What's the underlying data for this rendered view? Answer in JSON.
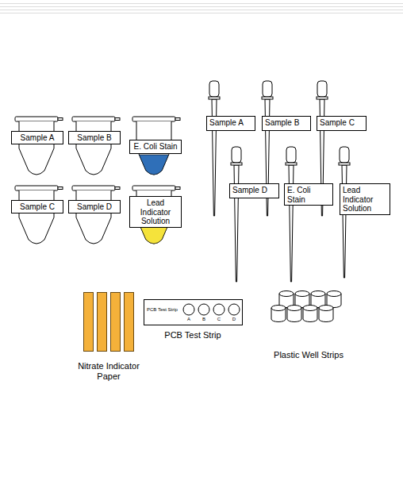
{
  "diagram": {
    "nodes": [
      {
        "text": [
          "Sample A"
        ]
      },
      {
        "text": [
          "Sample B"
        ]
      },
      {
        "text": [
          "E. Coli Stain"
        ]
      },
      {
        "text": [
          "Sample A"
        ]
      },
      {
        "text": [
          "Sample B"
        ]
      },
      {
        "text": [
          "Sample C"
        ]
      },
      {
        "text": [
          "Sample C"
        ]
      },
      {
        "text": [
          "Sample D"
        ]
      },
      {
        "text": [
          "Lead Indicator Solution"
        ]
      },
      {
        "text": [
          "Sample D"
        ]
      },
      {
        "text": [
          "E. Coli Stain"
        ]
      },
      {
        "text": [
          "Lead Indicator Solution"
        ]
      },
      {
        "text": [
          "PCB Test Strip",
          "A",
          "B",
          "C",
          "D"
        ]
      }
    ],
    "labels": [
      "Nitrate Indicator Paper",
      "PCB Test Strip",
      "Plastic Well Strips"
    ]
  }
}
